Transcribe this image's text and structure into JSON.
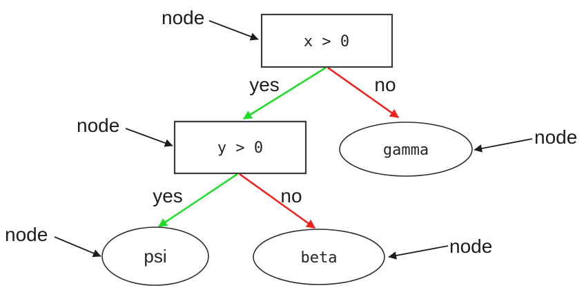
{
  "colors": {
    "background": "#ffffff",
    "yes_edge_green": "#1fdc28",
    "no_edge_red": "#ee221b",
    "shape_outline": "#3a3a3a",
    "ellipse_outline": "#2b2b2b",
    "annotation_ink": "#1c1c1c"
  },
  "diagram": {
    "type": "decision-tree",
    "nodes": [
      {
        "id": "root-test",
        "shape": "box",
        "label": "x > 0"
      },
      {
        "id": "y-test",
        "shape": "box",
        "label": "y > 0"
      },
      {
        "id": "gamma-leaf",
        "shape": "ellipse",
        "label": "gamma"
      },
      {
        "id": "psi-leaf",
        "shape": "ellipse",
        "label": "psi"
      },
      {
        "id": "beta-leaf",
        "shape": "ellipse",
        "label": "beta"
      }
    ],
    "edges": [
      {
        "from": "x > 0",
        "to": "y > 0",
        "label": "yes",
        "color": "green"
      },
      {
        "from": "x > 0",
        "to": "gamma",
        "label": "no",
        "color": "red"
      },
      {
        "from": "y > 0",
        "to": "psi",
        "label": "yes",
        "color": "green"
      },
      {
        "from": "y > 0",
        "to": "beta",
        "label": "no",
        "color": "red"
      }
    ],
    "annotations": [
      {
        "label": "node",
        "points_to": "x > 0"
      },
      {
        "label": "node",
        "points_to": "y > 0"
      },
      {
        "label": "node",
        "points_to": "gamma"
      },
      {
        "label": "node",
        "points_to": "psi"
      },
      {
        "label": "node",
        "points_to": "beta"
      }
    ]
  }
}
